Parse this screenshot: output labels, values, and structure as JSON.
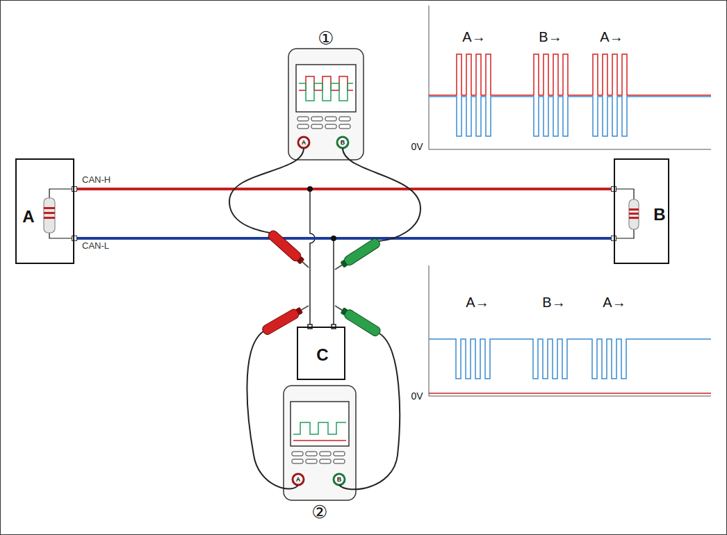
{
  "diagram": {
    "nodes": [
      {
        "text": [
          "①"
        ]
      },
      {
        "text": [
          "A"
        ]
      },
      {
        "text": [
          "B"
        ]
      },
      {
        "text": [
          "C"
        ]
      },
      {
        "text": [
          "②"
        ]
      }
    ],
    "edges": [
      {
        "from": 1,
        "to": 2,
        "arrow": "none",
        "label": "CAN-H"
      },
      {
        "from": 1,
        "to": 2,
        "arrow": "none",
        "label": "CAN-L"
      }
    ],
    "labels": [
      "A",
      "B",
      "A→",
      "B→",
      "A→",
      "0V",
      "A→",
      "B→",
      "A→",
      "0V",
      "A",
      "B"
    ]
  }
}
